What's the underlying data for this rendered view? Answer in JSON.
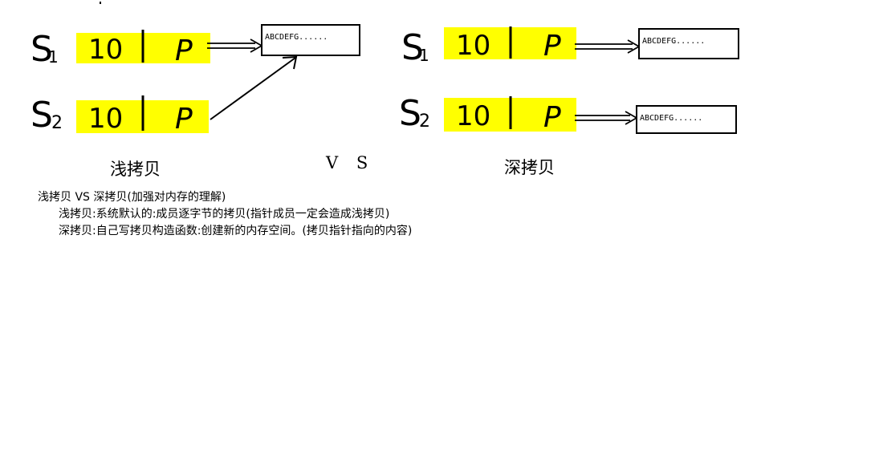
{
  "left": {
    "caption": "浅拷贝",
    "objects": [
      {
        "name": "S1",
        "sub": "1",
        "int_value": "10",
        "pointer": "P"
      },
      {
        "name": "S2",
        "sub": "2",
        "int_value": "10",
        "pointer": "P"
      }
    ],
    "heap": [
      "ABCDEFG......"
    ]
  },
  "vs_label": "V S",
  "right": {
    "caption": "深拷贝",
    "objects": [
      {
        "name": "S1",
        "sub": "1",
        "int_value": "10",
        "pointer": "P"
      },
      {
        "name": "S2",
        "sub": "2",
        "int_value": "10",
        "pointer": "P"
      }
    ],
    "heap": [
      "ABCDEFG......",
      "ABCDEFG......"
    ]
  },
  "notes": {
    "heading": "浅拷贝 VS 深拷贝(加强对内存的理解)",
    "line1": "浅拷贝:系统默认的:成员逐字节的拷贝(指针成员一定会造成浅拷贝)",
    "line2": "深拷贝:自己写拷贝构造函数:创建新的内存空间。(拷贝指针指向的内容)"
  },
  "colors": {
    "highlight": "#ffff00",
    "ink": "#000000"
  }
}
